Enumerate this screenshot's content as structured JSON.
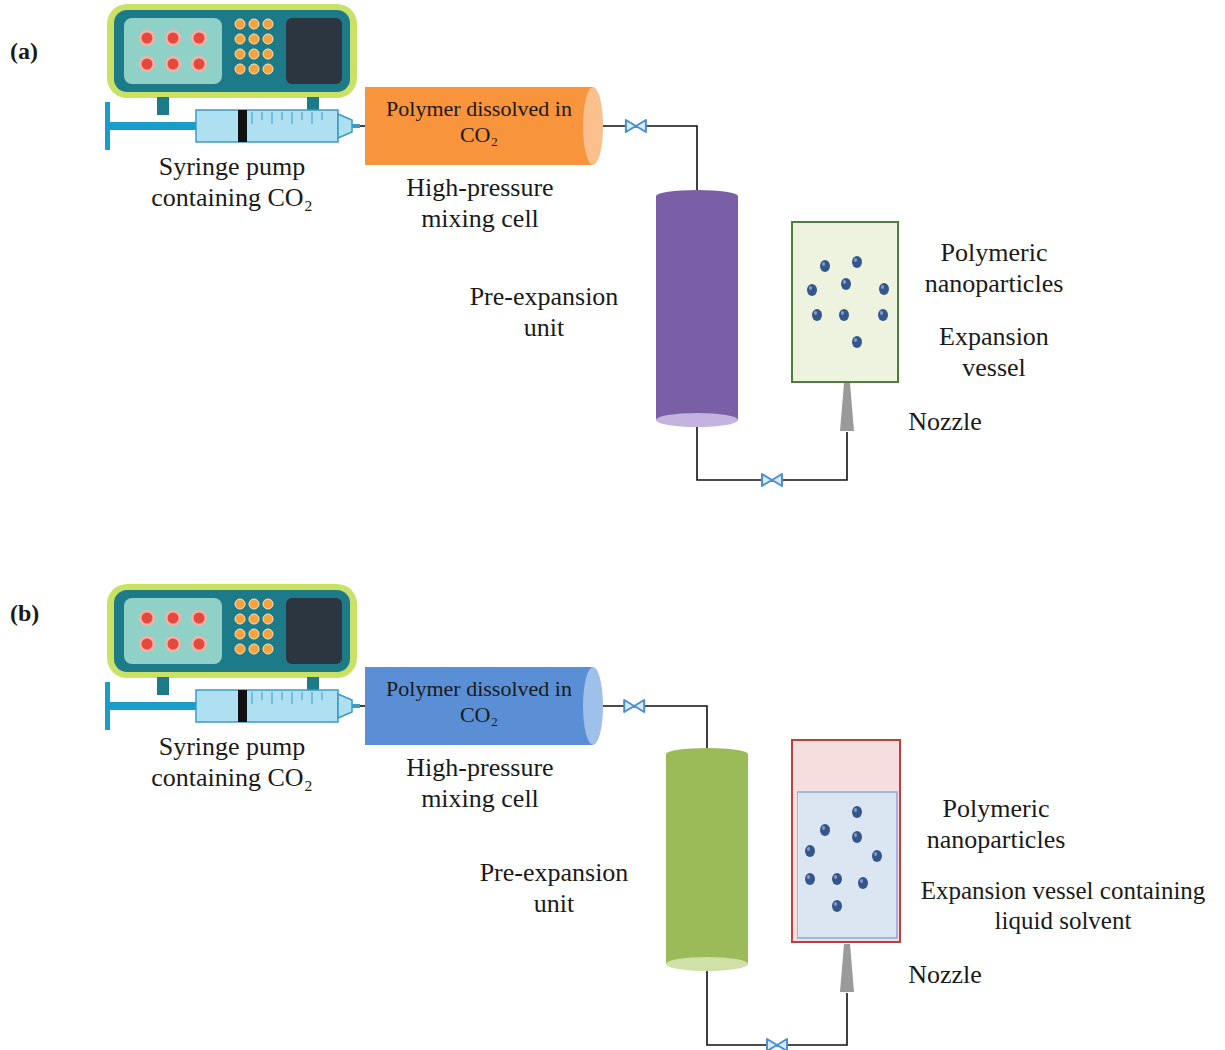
{
  "diagram": {
    "nodes": [
      {
        "text": [
          "Syringe pump containing CO₂"
        ]
      },
      {
        "text": [
          "Polymer dissolved in CO₂",
          "High-pressure mixing cell"
        ]
      },
      {
        "text": [
          "Pre-expansion unit"
        ]
      },
      {
        "text": [
          "Nozzle"
        ]
      },
      {
        "text": [
          "Polymeric nanoparticles",
          "Expansion vessel"
        ]
      },
      {
        "text": [
          "Syringe pump containing CO₂"
        ]
      },
      {
        "text": [
          "Polymer dissolved in CO₂",
          "High-pressure mixing cell"
        ]
      },
      {
        "text": [
          "Pre-expansion unit"
        ]
      },
      {
        "text": [
          "Nozzle"
        ]
      },
      {
        "text": [
          "Polymeric nanoparticles",
          "Expansion vessel containing liquid solvent"
        ]
      }
    ],
    "edges": [
      {
        "from": 0,
        "to": 1,
        "arrow": "none"
      },
      {
        "from": 1,
        "to": 2,
        "arrow": "none"
      },
      {
        "from": 2,
        "to": 3,
        "arrow": "none"
      },
      {
        "from": 5,
        "to": 6,
        "arrow": "none"
      },
      {
        "from": 6,
        "to": 7,
        "arrow": "none"
      },
      {
        "from": 7,
        "to": 8,
        "arrow": "none"
      }
    ],
    "labels": [
      "(a)",
      "(b)"
    ]
  }
}
